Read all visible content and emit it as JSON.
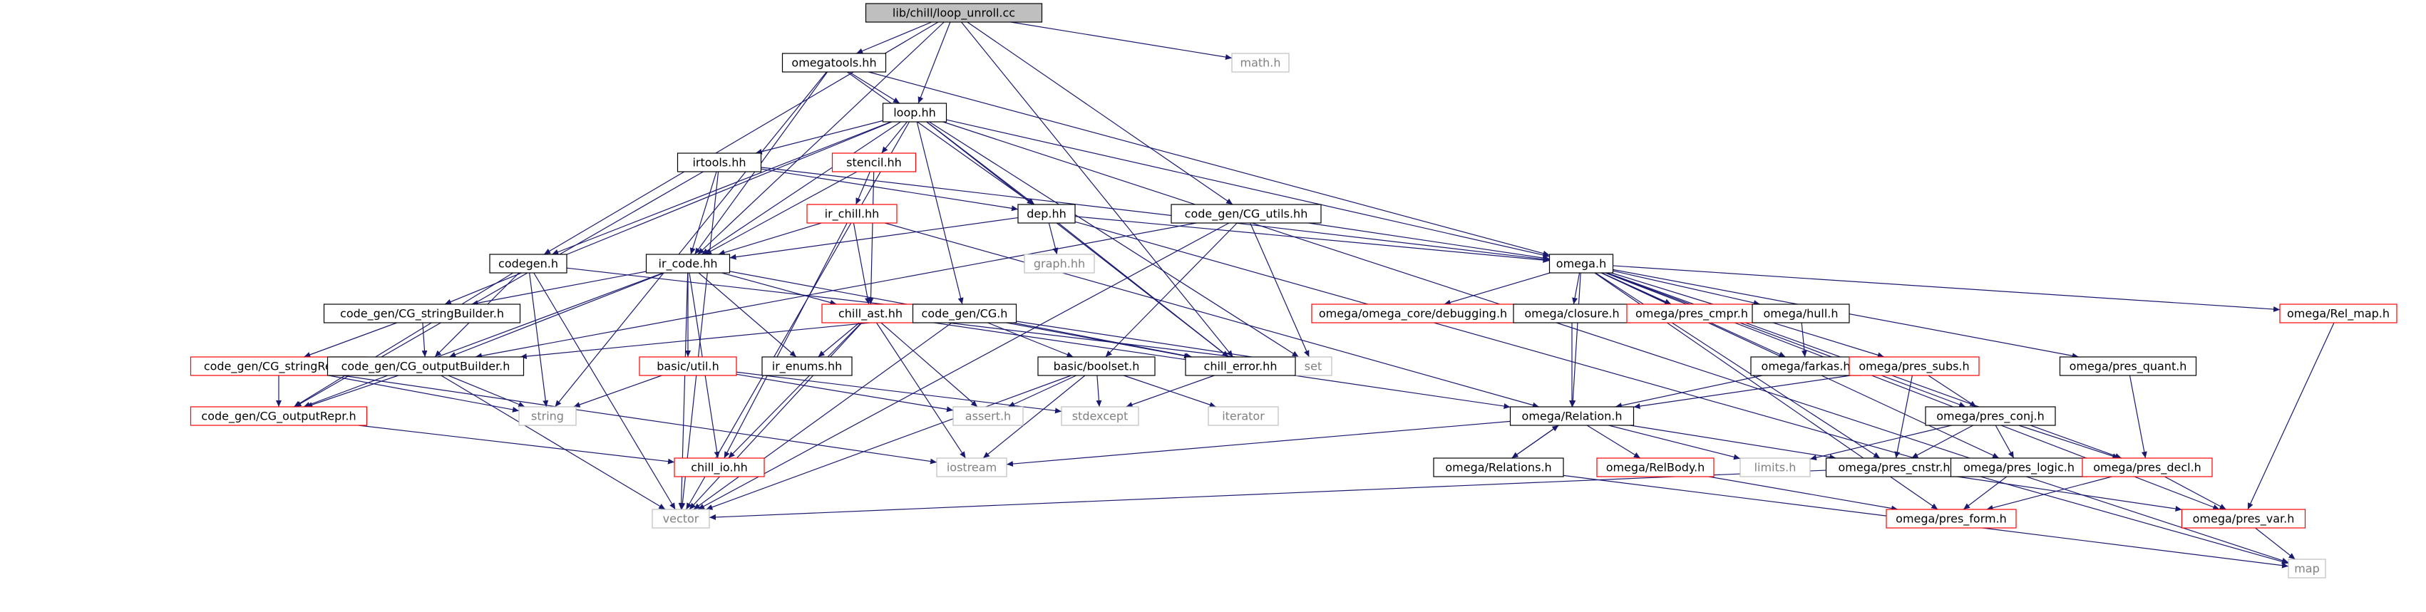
{
  "title": "lib/chill/loop_unroll.cc",
  "colors": {
    "edge": "#191970",
    "node_fill": "#ffffff",
    "root_fill": "#bfbfbf",
    "border_doc": "#000000",
    "border_undoc": "#ff0000",
    "border_system": "#bfbfbf",
    "text": "#000000",
    "text_system": "#808080"
  },
  "nodes": [
    {
      "id": "root",
      "label": "lib/chill/loop_unroll.cc",
      "kind": "root"
    },
    {
      "id": "omegatools",
      "label": "omegatools.hh",
      "kind": "doc"
    },
    {
      "id": "math",
      "label": "math.h",
      "kind": "system"
    },
    {
      "id": "loop",
      "label": "loop.hh",
      "kind": "doc"
    },
    {
      "id": "irtools",
      "label": "irtools.hh",
      "kind": "doc"
    },
    {
      "id": "stencil",
      "label": "stencil.hh",
      "kind": "undoc"
    },
    {
      "id": "ir_chill",
      "label": "ir_chill.hh",
      "kind": "undoc"
    },
    {
      "id": "dep",
      "label": "dep.hh",
      "kind": "doc"
    },
    {
      "id": "cg_utils",
      "label": "code_gen/CG_utils.hh",
      "kind": "doc"
    },
    {
      "id": "graph",
      "label": "graph.hh",
      "kind": "system"
    },
    {
      "id": "codegen",
      "label": "codegen.h",
      "kind": "doc"
    },
    {
      "id": "ir_code",
      "label": "ir_code.hh",
      "kind": "doc"
    },
    {
      "id": "omega",
      "label": "omega.h",
      "kind": "doc"
    },
    {
      "id": "cg_stringbuilder",
      "label": "code_gen/CG_stringBuilder.h",
      "kind": "doc"
    },
    {
      "id": "chill_ast",
      "label": "chill_ast.hh",
      "kind": "undoc"
    },
    {
      "id": "cg",
      "label": "code_gen/CG.h",
      "kind": "doc"
    },
    {
      "id": "debugging",
      "label": "omega/omega_core/debugging.h",
      "kind": "undoc"
    },
    {
      "id": "closure",
      "label": "omega/closure.h",
      "kind": "doc"
    },
    {
      "id": "pres_cmpr",
      "label": "omega/pres_cmpr.h",
      "kind": "undoc"
    },
    {
      "id": "hull",
      "label": "omega/hull.h",
      "kind": "doc"
    },
    {
      "id": "rel_map",
      "label": "omega/Rel_map.h",
      "kind": "undoc"
    },
    {
      "id": "set",
      "label": "set",
      "kind": "system"
    },
    {
      "id": "cg_stringrepr",
      "label": "code_gen/CG_stringRepr.h",
      "kind": "undoc"
    },
    {
      "id": "cg_outputbuilder",
      "label": "code_gen/CG_outputBuilder.h",
      "kind": "doc"
    },
    {
      "id": "basic_util",
      "label": "basic/util.h",
      "kind": "undoc"
    },
    {
      "id": "ir_enums",
      "label": "ir_enums.hh",
      "kind": "doc"
    },
    {
      "id": "basic_boolset",
      "label": "basic/boolset.h",
      "kind": "doc"
    },
    {
      "id": "chill_error",
      "label": "chill_error.hh",
      "kind": "doc"
    },
    {
      "id": "farkas",
      "label": "omega/farkas.h",
      "kind": "doc"
    },
    {
      "id": "pres_subs",
      "label": "omega/pres_subs.h",
      "kind": "undoc"
    },
    {
      "id": "pres_quant",
      "label": "omega/pres_quant.h",
      "kind": "doc"
    },
    {
      "id": "cg_outputrepr",
      "label": "code_gen/CG_outputRepr.h",
      "kind": "undoc"
    },
    {
      "id": "string",
      "label": "string",
      "kind": "system"
    },
    {
      "id": "assert",
      "label": "assert.h",
      "kind": "system"
    },
    {
      "id": "stdexcept",
      "label": "stdexcept",
      "kind": "system"
    },
    {
      "id": "iterator",
      "label": "iterator",
      "kind": "system"
    },
    {
      "id": "relation",
      "label": "omega/Relation.h",
      "kind": "doc"
    },
    {
      "id": "pres_conj",
      "label": "omega/pres_conj.h",
      "kind": "doc"
    },
    {
      "id": "chill_io",
      "label": "chill_io.hh",
      "kind": "undoc"
    },
    {
      "id": "iostream",
      "label": "iostream",
      "kind": "system"
    },
    {
      "id": "relations",
      "label": "omega/Relations.h",
      "kind": "doc"
    },
    {
      "id": "relbody",
      "label": "omega/RelBody.h",
      "kind": "undoc"
    },
    {
      "id": "limits",
      "label": "limits.h",
      "kind": "system"
    },
    {
      "id": "pres_cnstr",
      "label": "omega/pres_cnstr.h",
      "kind": "doc"
    },
    {
      "id": "pres_logic",
      "label": "omega/pres_logic.h",
      "kind": "doc"
    },
    {
      "id": "pres_decl",
      "label": "omega/pres_decl.h",
      "kind": "undoc"
    },
    {
      "id": "vector",
      "label": "vector",
      "kind": "system"
    },
    {
      "id": "pres_form",
      "label": "omega/pres_form.h",
      "kind": "undoc"
    },
    {
      "id": "pres_var",
      "label": "omega/pres_var.h",
      "kind": "undoc"
    },
    {
      "id": "map",
      "label": "map",
      "kind": "system"
    }
  ],
  "edges": [
    [
      "root",
      "omegatools"
    ],
    [
      "root",
      "math"
    ],
    [
      "root",
      "loop"
    ],
    [
      "root",
      "cg_utils"
    ],
    [
      "root",
      "codegen"
    ],
    [
      "root",
      "ir_code"
    ],
    [
      "root",
      "chill_error"
    ],
    [
      "omegatools",
      "loop"
    ],
    [
      "omegatools",
      "dep"
    ],
    [
      "omegatools",
      "omega"
    ],
    [
      "omegatools",
      "ir_code"
    ],
    [
      "omegatools",
      "string"
    ],
    [
      "loop",
      "irtools"
    ],
    [
      "loop",
      "stencil"
    ],
    [
      "loop",
      "dep"
    ],
    [
      "loop",
      "ir_code"
    ],
    [
      "loop",
      "codegen"
    ],
    [
      "loop",
      "cg"
    ],
    [
      "loop",
      "omega"
    ],
    [
      "loop",
      "cg_stringbuilder"
    ],
    [
      "loop",
      "chill_error"
    ],
    [
      "loop",
      "set"
    ],
    [
      "loop",
      "vector"
    ],
    [
      "loop",
      "map"
    ],
    [
      "irtools",
      "ir_code"
    ],
    [
      "irtools",
      "dep"
    ],
    [
      "irtools",
      "omega"
    ],
    [
      "irtools",
      "vector"
    ],
    [
      "irtools",
      "cg_outputrepr"
    ],
    [
      "stencil",
      "ir_chill"
    ],
    [
      "stencil",
      "ir_code"
    ],
    [
      "stencil",
      "chill_ast"
    ],
    [
      "ir_chill",
      "ir_code"
    ],
    [
      "ir_chill",
      "chill_ast"
    ],
    [
      "ir_chill",
      "chill_io"
    ],
    [
      "ir_chill",
      "relation"
    ],
    [
      "dep",
      "graph"
    ],
    [
      "dep",
      "ir_code"
    ],
    [
      "dep",
      "omega"
    ],
    [
      "dep",
      "chill_error"
    ],
    [
      "dep",
      "map"
    ],
    [
      "cg_utils",
      "omega"
    ],
    [
      "cg_utils",
      "basic_boolset"
    ],
    [
      "cg_utils",
      "set"
    ],
    [
      "cg_utils",
      "vector"
    ],
    [
      "cg_utils",
      "cg_outputbuilder"
    ],
    [
      "codegen",
      "cg"
    ],
    [
      "codegen",
      "string"
    ],
    [
      "codegen",
      "vector"
    ],
    [
      "codegen",
      "cg_outputbuilder"
    ],
    [
      "codegen",
      "cg_outputrepr"
    ],
    [
      "ir_code",
      "chill_ast"
    ],
    [
      "ir_code",
      "cg_stringbuilder"
    ],
    [
      "ir_code",
      "cg_outputbuilder"
    ],
    [
      "ir_code",
      "basic_util"
    ],
    [
      "ir_code",
      "ir_enums"
    ],
    [
      "ir_code",
      "chill_error"
    ],
    [
      "ir_code",
      "chill_io"
    ],
    [
      "ir_code",
      "vector"
    ],
    [
      "ir_code",
      "cg_outputrepr"
    ],
    [
      "omega",
      "debugging"
    ],
    [
      "omega",
      "closure"
    ],
    [
      "omega",
      "pres_cmpr"
    ],
    [
      "omega",
      "hull"
    ],
    [
      "omega",
      "farkas"
    ],
    [
      "omega",
      "rel_map"
    ],
    [
      "omega",
      "pres_subs"
    ],
    [
      "omega",
      "pres_quant"
    ],
    [
      "omega",
      "relation"
    ],
    [
      "omega",
      "pres_conj"
    ],
    [
      "omega",
      "pres_cnstr"
    ],
    [
      "omega",
      "pres_logic"
    ],
    [
      "omega",
      "pres_decl"
    ],
    [
      "omega",
      "pres_form"
    ],
    [
      "omega",
      "pres_var"
    ],
    [
      "cg_stringbuilder",
      "cg_outputbuilder"
    ],
    [
      "cg_stringbuilder",
      "cg_stringrepr"
    ],
    [
      "chill_ast",
      "ir_enums"
    ],
    [
      "chill_ast",
      "assert"
    ],
    [
      "chill_ast",
      "chill_io"
    ],
    [
      "chill_ast",
      "vector"
    ],
    [
      "chill_ast",
      "iostream"
    ],
    [
      "chill_ast",
      "set"
    ],
    [
      "chill_ast",
      "relation"
    ],
    [
      "cg",
      "cg_outputbuilder"
    ],
    [
      "cg",
      "basic_boolset"
    ],
    [
      "cg",
      "chill_error"
    ],
    [
      "cg",
      "set"
    ],
    [
      "cg",
      "vector"
    ],
    [
      "closure",
      "relation"
    ],
    [
      "hull",
      "farkas"
    ],
    [
      "farkas",
      "relation"
    ],
    [
      "rel_map",
      "pres_var"
    ],
    [
      "pres_subs",
      "relation"
    ],
    [
      "pres_subs",
      "pres_conj"
    ],
    [
      "pres_subs",
      "pres_cnstr"
    ],
    [
      "pres_quant",
      "pres_decl"
    ],
    [
      "cg_stringrepr",
      "cg_outputrepr"
    ],
    [
      "cg_stringrepr",
      "string"
    ],
    [
      "cg_stringrepr",
      "iostream"
    ],
    [
      "cg_outputbuilder",
      "cg_outputrepr"
    ],
    [
      "cg_outputbuilder",
      "string"
    ],
    [
      "cg_outputbuilder",
      "vector"
    ],
    [
      "basic_util",
      "string"
    ],
    [
      "basic_util",
      "stdexcept"
    ],
    [
      "basic_util",
      "assert"
    ],
    [
      "basic_boolset",
      "assert"
    ],
    [
      "basic_boolset",
      "stdexcept"
    ],
    [
      "basic_boolset",
      "iterator"
    ],
    [
      "basic_boolset",
      "iostream"
    ],
    [
      "basic_boolset",
      "vector"
    ],
    [
      "chill_error",
      "stdexcept"
    ],
    [
      "cg_outputrepr",
      "chill_io"
    ],
    [
      "relation",
      "relations"
    ],
    [
      "relation",
      "relbody"
    ],
    [
      "relation",
      "limits"
    ],
    [
      "relation",
      "pres_cnstr"
    ],
    [
      "relation",
      "iostream"
    ],
    [
      "relations",
      "relation"
    ],
    [
      "relations",
      "map"
    ],
    [
      "relbody",
      "pres_form"
    ],
    [
      "pres_conj",
      "limits"
    ],
    [
      "pres_conj",
      "pres_cnstr"
    ],
    [
      "pres_conj",
      "pres_logic"
    ],
    [
      "pres_conj",
      "pres_decl"
    ],
    [
      "pres_cnstr",
      "pres_var"
    ],
    [
      "pres_cnstr",
      "vector"
    ],
    [
      "pres_logic",
      "pres_form"
    ],
    [
      "pres_decl",
      "pres_var"
    ],
    [
      "pres_decl",
      "pres_form"
    ],
    [
      "pres_var",
      "map"
    ]
  ]
}
